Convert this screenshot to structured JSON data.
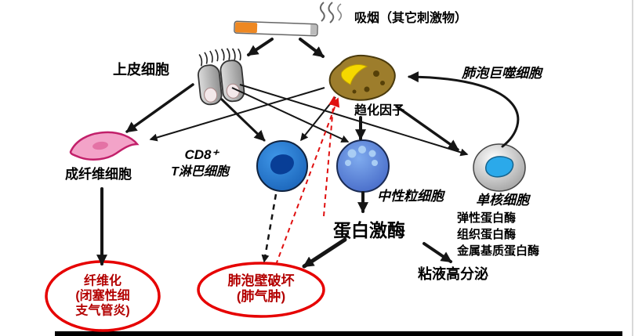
{
  "top": {
    "smoking_label": "吸烟（其它刺激物）"
  },
  "cells": {
    "epithelial": "上皮细胞",
    "alveolar_macrophage": "肺泡巨噬细胞",
    "fibroblast": "成纤维细胞",
    "cd8_line1": "CD8⁺",
    "cd8_line2": "T淋巴细胞",
    "neutrophil": "中性粒细胞",
    "monocyte": "单核细胞"
  },
  "mediators": {
    "chemokine": "趋化因子",
    "protease": "蛋白激酶",
    "enzymes": [
      "弹性蛋白酶",
      "组织蛋白酶",
      "金属基质蛋白酶"
    ],
    "mucus": "粘液高分泌"
  },
  "outcomes": {
    "fibrosis": [
      "纤维化",
      "(闭塞性细",
      "支气管炎)"
    ],
    "emphysema": [
      "肺泡壁破坏",
      "(肺气肿)"
    ]
  },
  "icons": {
    "cigarette": "cigarette-icon",
    "smoke": "smoke-squiggle-icon",
    "epithelial_cells": "ciliated-epithelial-cells-icon",
    "macrophage": "alveolar-macrophage-blob-icon",
    "fibroblast": "fibroblast-spindle-icon",
    "cd8_tcell": "blue-lymphocyte-icon",
    "neutrophil": "granular-neutrophil-icon",
    "monocyte": "gray-monocyte-icon"
  },
  "colors": {
    "arrow_black": "#151515",
    "feedback_red": "#e01010",
    "oval_red": "#e60000",
    "oval_text_red": "#b30000",
    "macrophage_brown": "#9d7d2c",
    "macrophage_yellow": "#f5d800",
    "fibroblast_pink": "#f3a3c8",
    "tcell_blue": "#1663c0",
    "neutrophil_blue": "#3a5fc4",
    "monocyte_cyan": "#2ba9ea",
    "cigarette_filter_orange": "#ee8822"
  }
}
